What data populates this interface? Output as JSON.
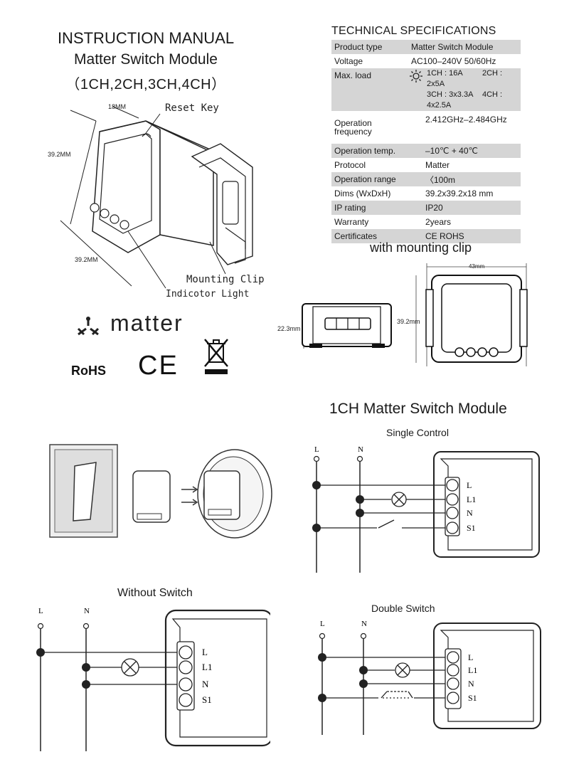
{
  "header": {
    "title": "INSTRUCTION MANUAL",
    "subtitle": "Matter Switch Module",
    "channels": "（1CH,2CH,3CH,4CH）"
  },
  "device_figure": {
    "dim_top": "18MM",
    "dim_left": "39.2MM",
    "dim_bottom": "39.2MM",
    "label_reset": "Reset Key",
    "label_clip": "Mounting Clip",
    "label_indicator": "Indicotor Light"
  },
  "logos": {
    "matter_text": "matter",
    "rohs": "RoHS",
    "ce": "CE"
  },
  "specs": {
    "title": "TECHNICAL SPECIFICATIONS",
    "rows": [
      {
        "key": "Product type",
        "value": "Matter Switch Module"
      },
      {
        "key": "Voltage",
        "value": "AC100–240V 50/60Hz"
      },
      {
        "key": "Max. load",
        "value": "",
        "loads": [
          "1CH : 16A",
          "2CH : 2x5A",
          "3CH : 3x3.3A",
          "4CH : 4x2.5A"
        ]
      },
      {
        "key": "Operation frequency",
        "value": "2.412GHz–2.484GHz"
      },
      {
        "key": "Operation temp.",
        "value": "–10℃ + 40℃"
      },
      {
        "key": "Protocol",
        "value": "Matter"
      },
      {
        "key": "Operation range",
        "value": "〈100m"
      },
      {
        "key": "Dims (WxDxH)",
        "value": "39.2x39.2x18 mm"
      },
      {
        "key": "IP rating",
        "value": "IP20"
      },
      {
        "key": "Warranty",
        "value": "2years"
      },
      {
        "key": "Certificates",
        "value": "CE ROHS"
      }
    ]
  },
  "clip_figure": {
    "title": "with mounting clip",
    "dim_width": "43mm",
    "dim_side_height": "22.3mm",
    "dim_front_height": "39.2mm"
  },
  "wiring": {
    "section_title": "1CH Matter Switch Module",
    "single": {
      "title": "Single Control",
      "L": "L",
      "N": "N",
      "terminals": [
        "L",
        "L1",
        "N",
        "S1"
      ]
    },
    "without": {
      "title": "Without Switch",
      "L": "L",
      "N": "N",
      "terminals": [
        "L",
        "L1",
        "N",
        "S1"
      ]
    },
    "double": {
      "title": "Double Switch",
      "L": "L",
      "N": "N",
      "terminals": [
        "L",
        "L1",
        "N",
        "S1"
      ]
    }
  }
}
